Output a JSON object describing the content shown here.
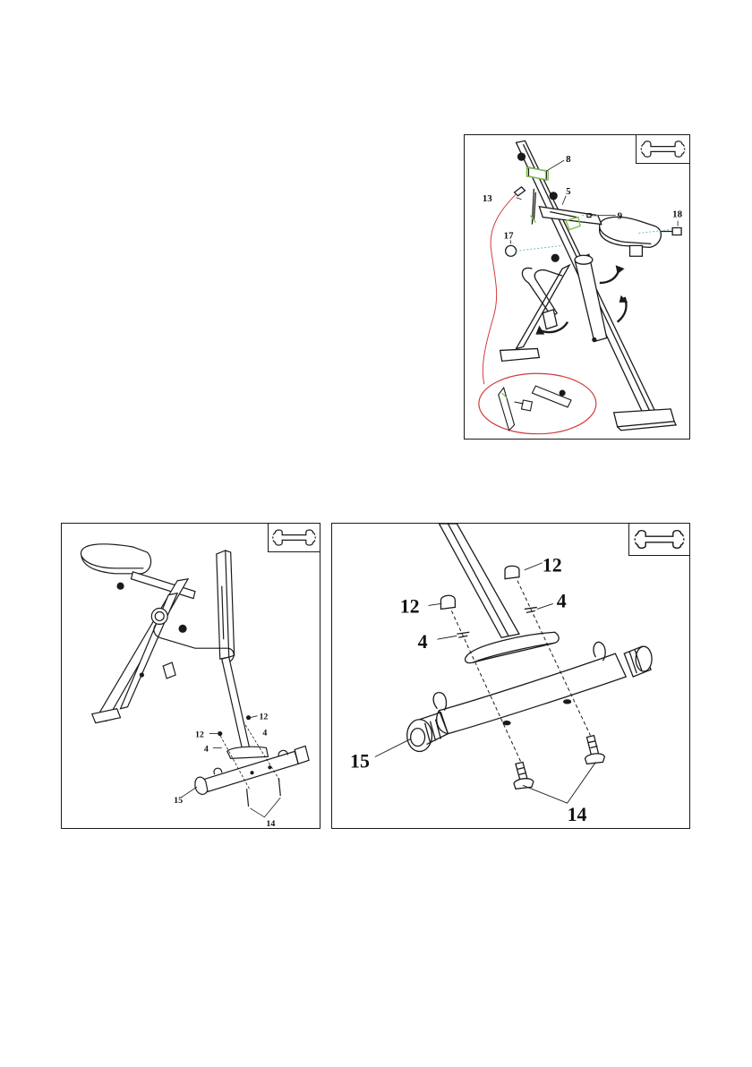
{
  "icons": {
    "tool": "wrench-icon"
  },
  "panel_top_right": {
    "parts": {
      "p8": "8",
      "p13": "13",
      "p5": "5",
      "p9": "9",
      "p18": "18",
      "p17": "17"
    }
  },
  "panel_bottom_left": {
    "parts": {
      "p12": "12",
      "p12b": "12",
      "p4": "4",
      "p4b": "4",
      "p15": "15",
      "p14": "14"
    }
  },
  "panel_bottom_right": {
    "parts": {
      "p12a": "12",
      "p12b": "12",
      "p4a": "4",
      "p4b": "4",
      "p15": "15",
      "p14": "14"
    }
  },
  "colors": {
    "line": "#1a1a1a",
    "accent_red": "#d23a3a",
    "accent_green": "#7cc24a",
    "accent_cyan": "#6fb7c9"
  }
}
